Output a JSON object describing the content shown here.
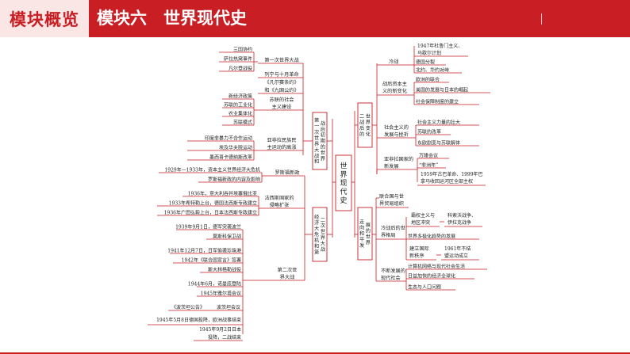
{
  "header": {
    "badge": "模块概览",
    "title": "模块六　世界现代史"
  },
  "center": "世界现代史",
  "left": {
    "b1": {
      "label": "第一次世界大战和战后初期的世界",
      "items": [
        {
          "label": "第一次世界大战",
          "leaves": [
            "三国协约",
            "萨拉热窝事件",
            "凡尔登战役"
          ]
        },
        {
          "label": "列宁与十月革命",
          "leaves": []
        },
        {
          "label": "《凡尔赛条约》和《九国公约》",
          "leaves": []
        },
        {
          "label": "苏联的社会主义建设",
          "leaves": [
            "新经济政策",
            "苏联的工业化",
            "农业集体化",
            "苏联模式"
          ]
        },
        {
          "label": "亚非拉民族民主运动的高涨",
          "leaves": [
            "印度非暴力不合作运动",
            "埃及华夫脱运动",
            "墨西哥卡德纳斯改革"
          ]
        }
      ]
    },
    "b2": {
      "label": "经济大危机和第二次世界大战",
      "items": [
        {
          "label": "罗斯福新政",
          "leaves": [
            "1929年—1933年，资本主义世界经济大危机",
            "罗斯福新政的内容及影响"
          ]
        },
        {
          "label": "法西斯国家的侵略扩张",
          "leaves": [
            "1936年，意大利吞并埃塞俄比亚",
            "1933年希特勒上台，德国法西斯专政建立",
            "1936年广田弘毅上台，日本法西斯专政建立"
          ]
        },
        {
          "label": "第二次世界大战",
          "leaves": [
            "1939年9月1日，德军突袭波兰",
            "莫斯科保卫战",
            "1941年12月7日，日军偷袭珍珠港",
            "1942年《联合国宣言》签署",
            "斯大林格勒战役",
            "1944年6月，诺曼底登陆",
            "1945年雅尔塔会议",
            "《波茨坦公告》",
            "1945年5月8日德国投降，欧洲战事结束",
            "1945年9月2日日本投降，二战结束"
          ]
        }
      ],
      "potsdam": "波茨坦会议"
    }
  },
  "right": {
    "b1": {
      "label": "二战后的世界变化",
      "items": [
        {
          "label": "冷战",
          "leaves": [
            "1947年杜鲁门主义、马歇尔计划",
            "德国分裂",
            "北约、华约对峙"
          ]
        },
        {
          "label": "战后资本主义的新变化",
          "leaves": [
            "欧洲的联合",
            "美国的发展与日本的崛起",
            "社会保障制度的建立"
          ]
        },
        {
          "label": "社会主义的发展与挫折",
          "leaves": [
            "社会主义力量的壮大",
            "苏联的改革",
            "东欧剧变与苏联解体"
          ]
        },
        {
          "label": "亚非拉国家的新发展",
          "leaves": [
            "万隆会议",
            "“非洲年”",
            "1959年古巴革命、1999年巴拿马收回运河区全部主权"
          ]
        }
      ]
    },
    "b2": {
      "label": "走向和平发展的世界",
      "items": [
        {
          "label": "联合国与世界贸易组织",
          "leaves": []
        },
        {
          "label": "冷战后的世界格局",
          "leaves": [
            "霸权主义与地区冲突",
            "科索沃战争、伊拉克战争",
            "世界多极化趋势的发展"
          ]
        },
        {
          "label": "建立国际新秩序",
          "leaves": [
            "1961年不结盟运动成立"
          ]
        },
        {
          "label": "不断发展的现代社会",
          "leaves": [
            "计算机网络与现代社会生活",
            "日益加快的经济全球化",
            "生态与人口问题"
          ]
        }
      ]
    }
  }
}
